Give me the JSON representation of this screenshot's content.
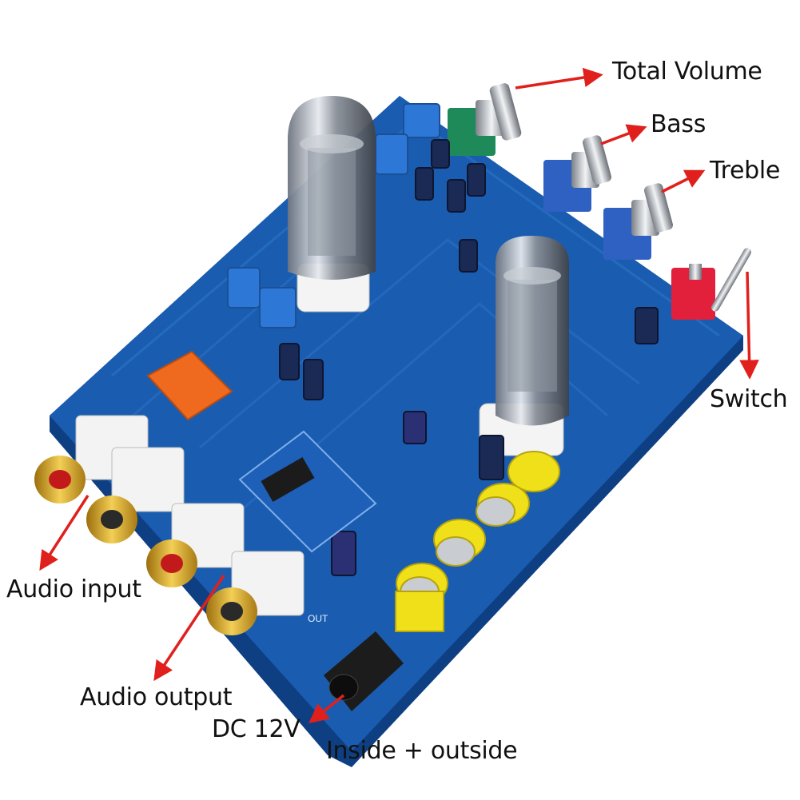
{
  "labels": {
    "total_volume": "Total Volume",
    "bass": "Bass",
    "treble": "Treble",
    "switch": "Switch",
    "audio_input": "Audio input",
    "audio_output": "Audio output",
    "dc": "DC 12V",
    "polarity": "Inside + outside"
  },
  "board_silkscreen": {
    "out": "OUT"
  },
  "colors": {
    "pcb": "#1a5db0",
    "arrow": "#e0201c",
    "rca_gold": "#d9a21c",
    "potentiometer": "#2f61c2",
    "capacitor_yellow": "#f0e01a",
    "switch_red": "#e2203b",
    "relay_orange": "#ef6a1f"
  }
}
